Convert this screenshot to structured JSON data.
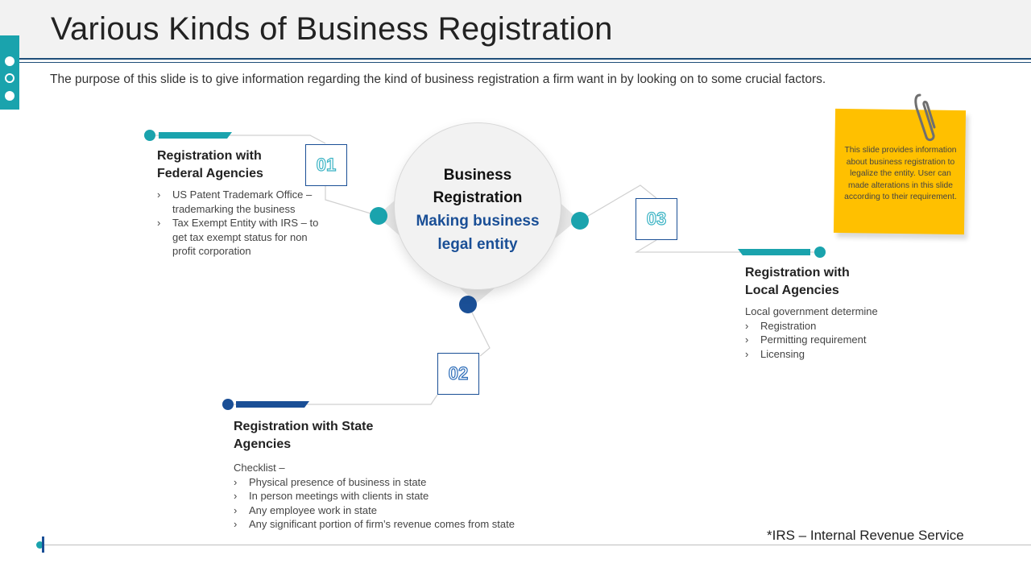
{
  "title": "Various Kinds of Business Registration",
  "subtitle": "The purpose of this slide is to give information regarding the kind of business registration a firm want in by looking on to some crucial factors.",
  "center": {
    "title_line1": "Business",
    "title_line2": "Registration",
    "sub_line1": "Making business",
    "sub_line2": "legal entity"
  },
  "items": [
    {
      "number": "01",
      "heading_line1": "Registration with",
      "heading_line2": "Federal Agencies",
      "intro": "",
      "bullets": [
        "US Patent Trademark Office – trademarking the business",
        "Tax Exempt Entity with IRS – to get tax exempt status for non profit corporation"
      ]
    },
    {
      "number": "02",
      "heading_line1": "Registration with State",
      "heading_line2": "Agencies",
      "intro": "Checklist –",
      "bullets": [
        "Physical presence of business in state",
        "In person meetings with clients in state",
        "Any employee work in state",
        "Any significant portion of firm’s revenue comes from state"
      ]
    },
    {
      "number": "03",
      "heading_line1": "Registration with",
      "heading_line2": "Local Agencies",
      "intro": "Local government determine",
      "bullets": [
        "Registration",
        "Permitting requirement",
        "Licensing"
      ]
    }
  ],
  "note": "This slide provides information about business registration to legalize the entity. User can made alterations in this slide according to their requirement.",
  "footnote": "*IRS – Internal Revenue Service",
  "colors": {
    "teal": "#1aa3ad",
    "navy": "#1a4f96",
    "note_yellow": "#ffc000"
  }
}
